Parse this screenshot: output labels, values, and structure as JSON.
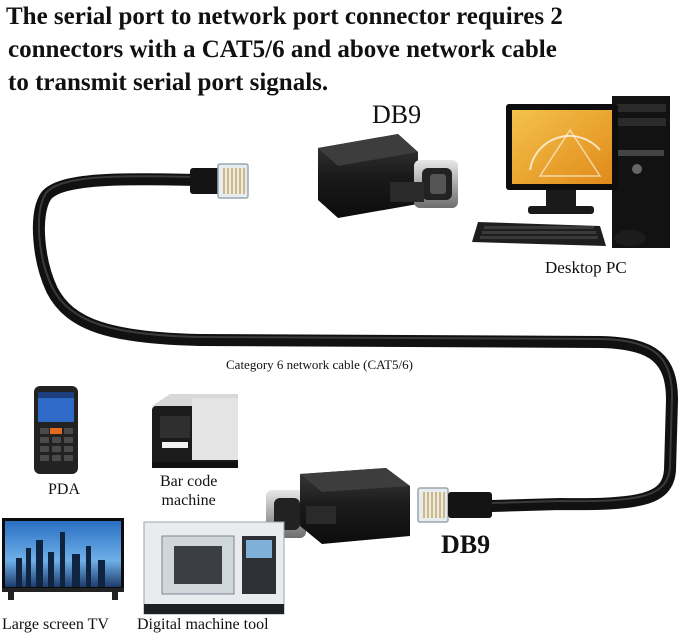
{
  "headline": {
    "line1": "The serial port to network port connector requires 2",
    "line2": "connectors with a CAT5/6 and above network cable",
    "line3": "to transmit serial port signals."
  },
  "labels": {
    "db9_top": "DB9",
    "desktop_pc": "Desktop PC",
    "cable": "Category 6 network cable (CAT5/6)",
    "pda": "PDA",
    "barcode_line1": "Bar code",
    "barcode_line2": "machine",
    "db9_bottom": "DB9",
    "tv": "Large screen TV",
    "cnc": "Digital machine tool"
  },
  "icons": {
    "adapter": "db9-adapter-icon",
    "rj45": "rj45-plug-icon",
    "pc": "desktop-pc-icon",
    "pda": "pda-icon",
    "printer": "barcode-printer-icon",
    "tv": "tv-icon",
    "cnc": "cnc-machine-icon"
  },
  "colors": {
    "cable": "#111111",
    "connector": "#1c1c1c",
    "metal": "#b9b9b9",
    "background": "#ffffff"
  }
}
